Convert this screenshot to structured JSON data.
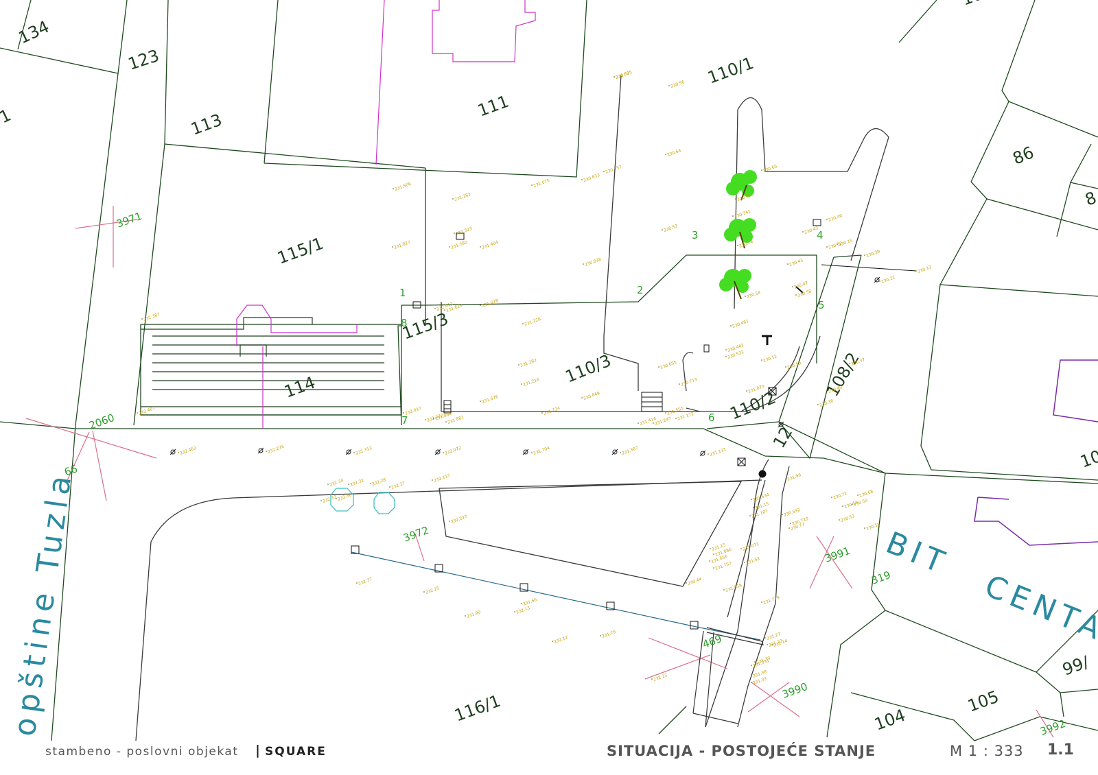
{
  "footer": {
    "subtitle": "stambeno - poslovni objekat",
    "separator": "|",
    "project": "SQUARE",
    "title": "SITUACIJA - POSTOJEĆE STANJE",
    "scale": "M 1 : 333",
    "sheet": "1.1"
  },
  "parcels": {
    "p134": "134",
    "p123": "123",
    "p113": "113",
    "p111": "111",
    "p110_1": "110/1",
    "p115_1": "115/1",
    "p115_3": "115/3",
    "p114": "114",
    "p110_3": "110/3",
    "p110_2": "110/2",
    "p108_2": "108/2",
    "p86": "86",
    "p116_1": "116/1",
    "p104": "104",
    "p105": "105",
    "p99": "99/",
    "p10a": "10",
    "p10b": "10",
    "p8": "8",
    "p1": "1",
    "p123b": "12"
  },
  "plot_numbers": {
    "n3971": "3971",
    "n2060": "2060",
    "n66": "66",
    "n3972": "3972",
    "n3991": "3991",
    "n319": "319",
    "n3990": "3990",
    "n3992": "3992",
    "n469": "469",
    "v1": "1",
    "v2": "2",
    "v3": "3",
    "v4": "4",
    "v5": "5",
    "v6": "6",
    "v7": "7",
    "v8": "8"
  },
  "streets": {
    "tuzla": "opštine Tuzla",
    "bit": "BIT",
    "centar": "CENTAR"
  },
  "elevations": [
    "230.595",
    "230.56",
    "230.757",
    "230.833",
    "230.64",
    "231.075",
    "231.282",
    "231.506",
    "231.323",
    "231.380",
    "231.404",
    "231.827",
    "230.838",
    "230.53",
    "230.341",
    "230.74",
    "230.41",
    "230.65",
    "230.40",
    "230.43",
    "230.32",
    "230.15",
    "230.39",
    "230.13",
    "230.21",
    "230.43",
    "230.47",
    "230.58",
    "230.54",
    "230.461",
    "232.012",
    "231.629",
    "231.028",
    "231.228",
    "231.282",
    "231.216",
    "230.849",
    "230.713",
    "230.655",
    "231.073",
    "230.442",
    "230.532",
    "230.52",
    "230.50",
    "230.37",
    "230.40",
    "230.38",
    "232.387",
    "232.467",
    "232.017",
    "232.022",
    "231.864",
    "231.881",
    "231.676",
    "231.734",
    "231.555",
    "231.247",
    "231.414",
    "231.172",
    "232.463",
    "232.276",
    "232.313",
    "232.072",
    "231.704",
    "231.387",
    "231.131",
    "232.117",
    "232.227",
    "232.34",
    "232.32",
    "232.33",
    "232.30",
    "232.28",
    "232.27",
    "232.37",
    "232.25",
    "231.66",
    "231.79",
    "231.90",
    "232.12",
    "232.13",
    "232.23",
    "231.96",
    "230.592",
    "230.723",
    "230.77",
    "230.72",
    "230.68",
    "230.58",
    "230.56",
    "230.53",
    "230.50",
    "230.44",
    "231.838",
    "231.779",
    "231.086",
    "231.656",
    "231.757",
    "231.634",
    "231.15",
    "231.187",
    "231.331",
    "231.38",
    "231.33",
    "231.30",
    "231.27",
    "231.22",
    "231.14",
    "231.15",
    "231.071",
    "231.52",
    "231.62"
  ],
  "colors": {
    "parcel_line": "#1f4a1f",
    "road_line": "#3a3a3a",
    "building_outline": "#cc33cc",
    "neighbor_outline": "#7a2aa8",
    "survey_line": "#d9708a",
    "elevation_text": "#c8a000",
    "street_text": "#2a8aa0",
    "tree": "#44dd22",
    "pipe_line": "#2a6a8a",
    "shrub": "#40c0c0"
  }
}
